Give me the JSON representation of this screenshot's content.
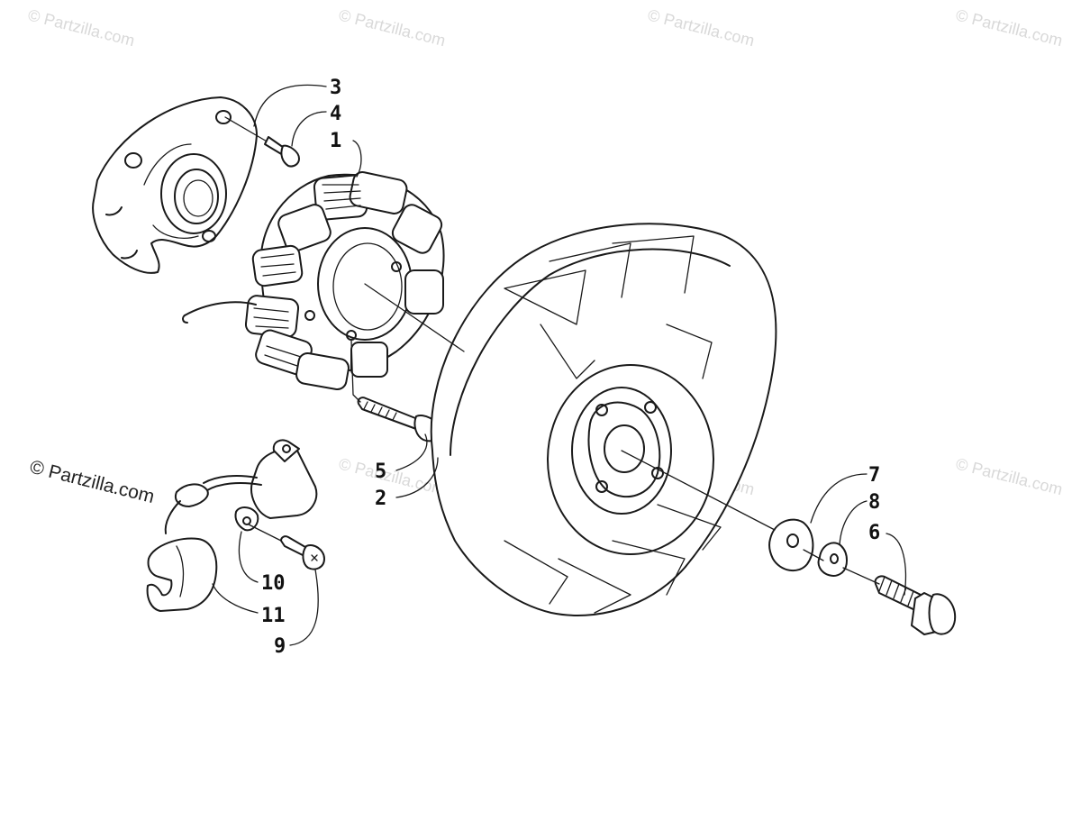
{
  "diagram": {
    "callouts": [
      {
        "id": "3",
        "label": "3"
      },
      {
        "id": "4",
        "label": "4"
      },
      {
        "id": "1",
        "label": "1"
      },
      {
        "id": "5",
        "label": "5"
      },
      {
        "id": "2",
        "label": "2"
      },
      {
        "id": "7",
        "label": "7"
      },
      {
        "id": "8",
        "label": "8"
      },
      {
        "id": "6",
        "label": "6"
      },
      {
        "id": "10",
        "label": "10"
      },
      {
        "id": "11",
        "label": "11"
      },
      {
        "id": "9",
        "label": "9"
      }
    ],
    "watermark": "© Partzilla.com"
  },
  "colors": {
    "line": "#1a1a1a",
    "watermark": "#d9d9d9",
    "background": "#ffffff"
  }
}
